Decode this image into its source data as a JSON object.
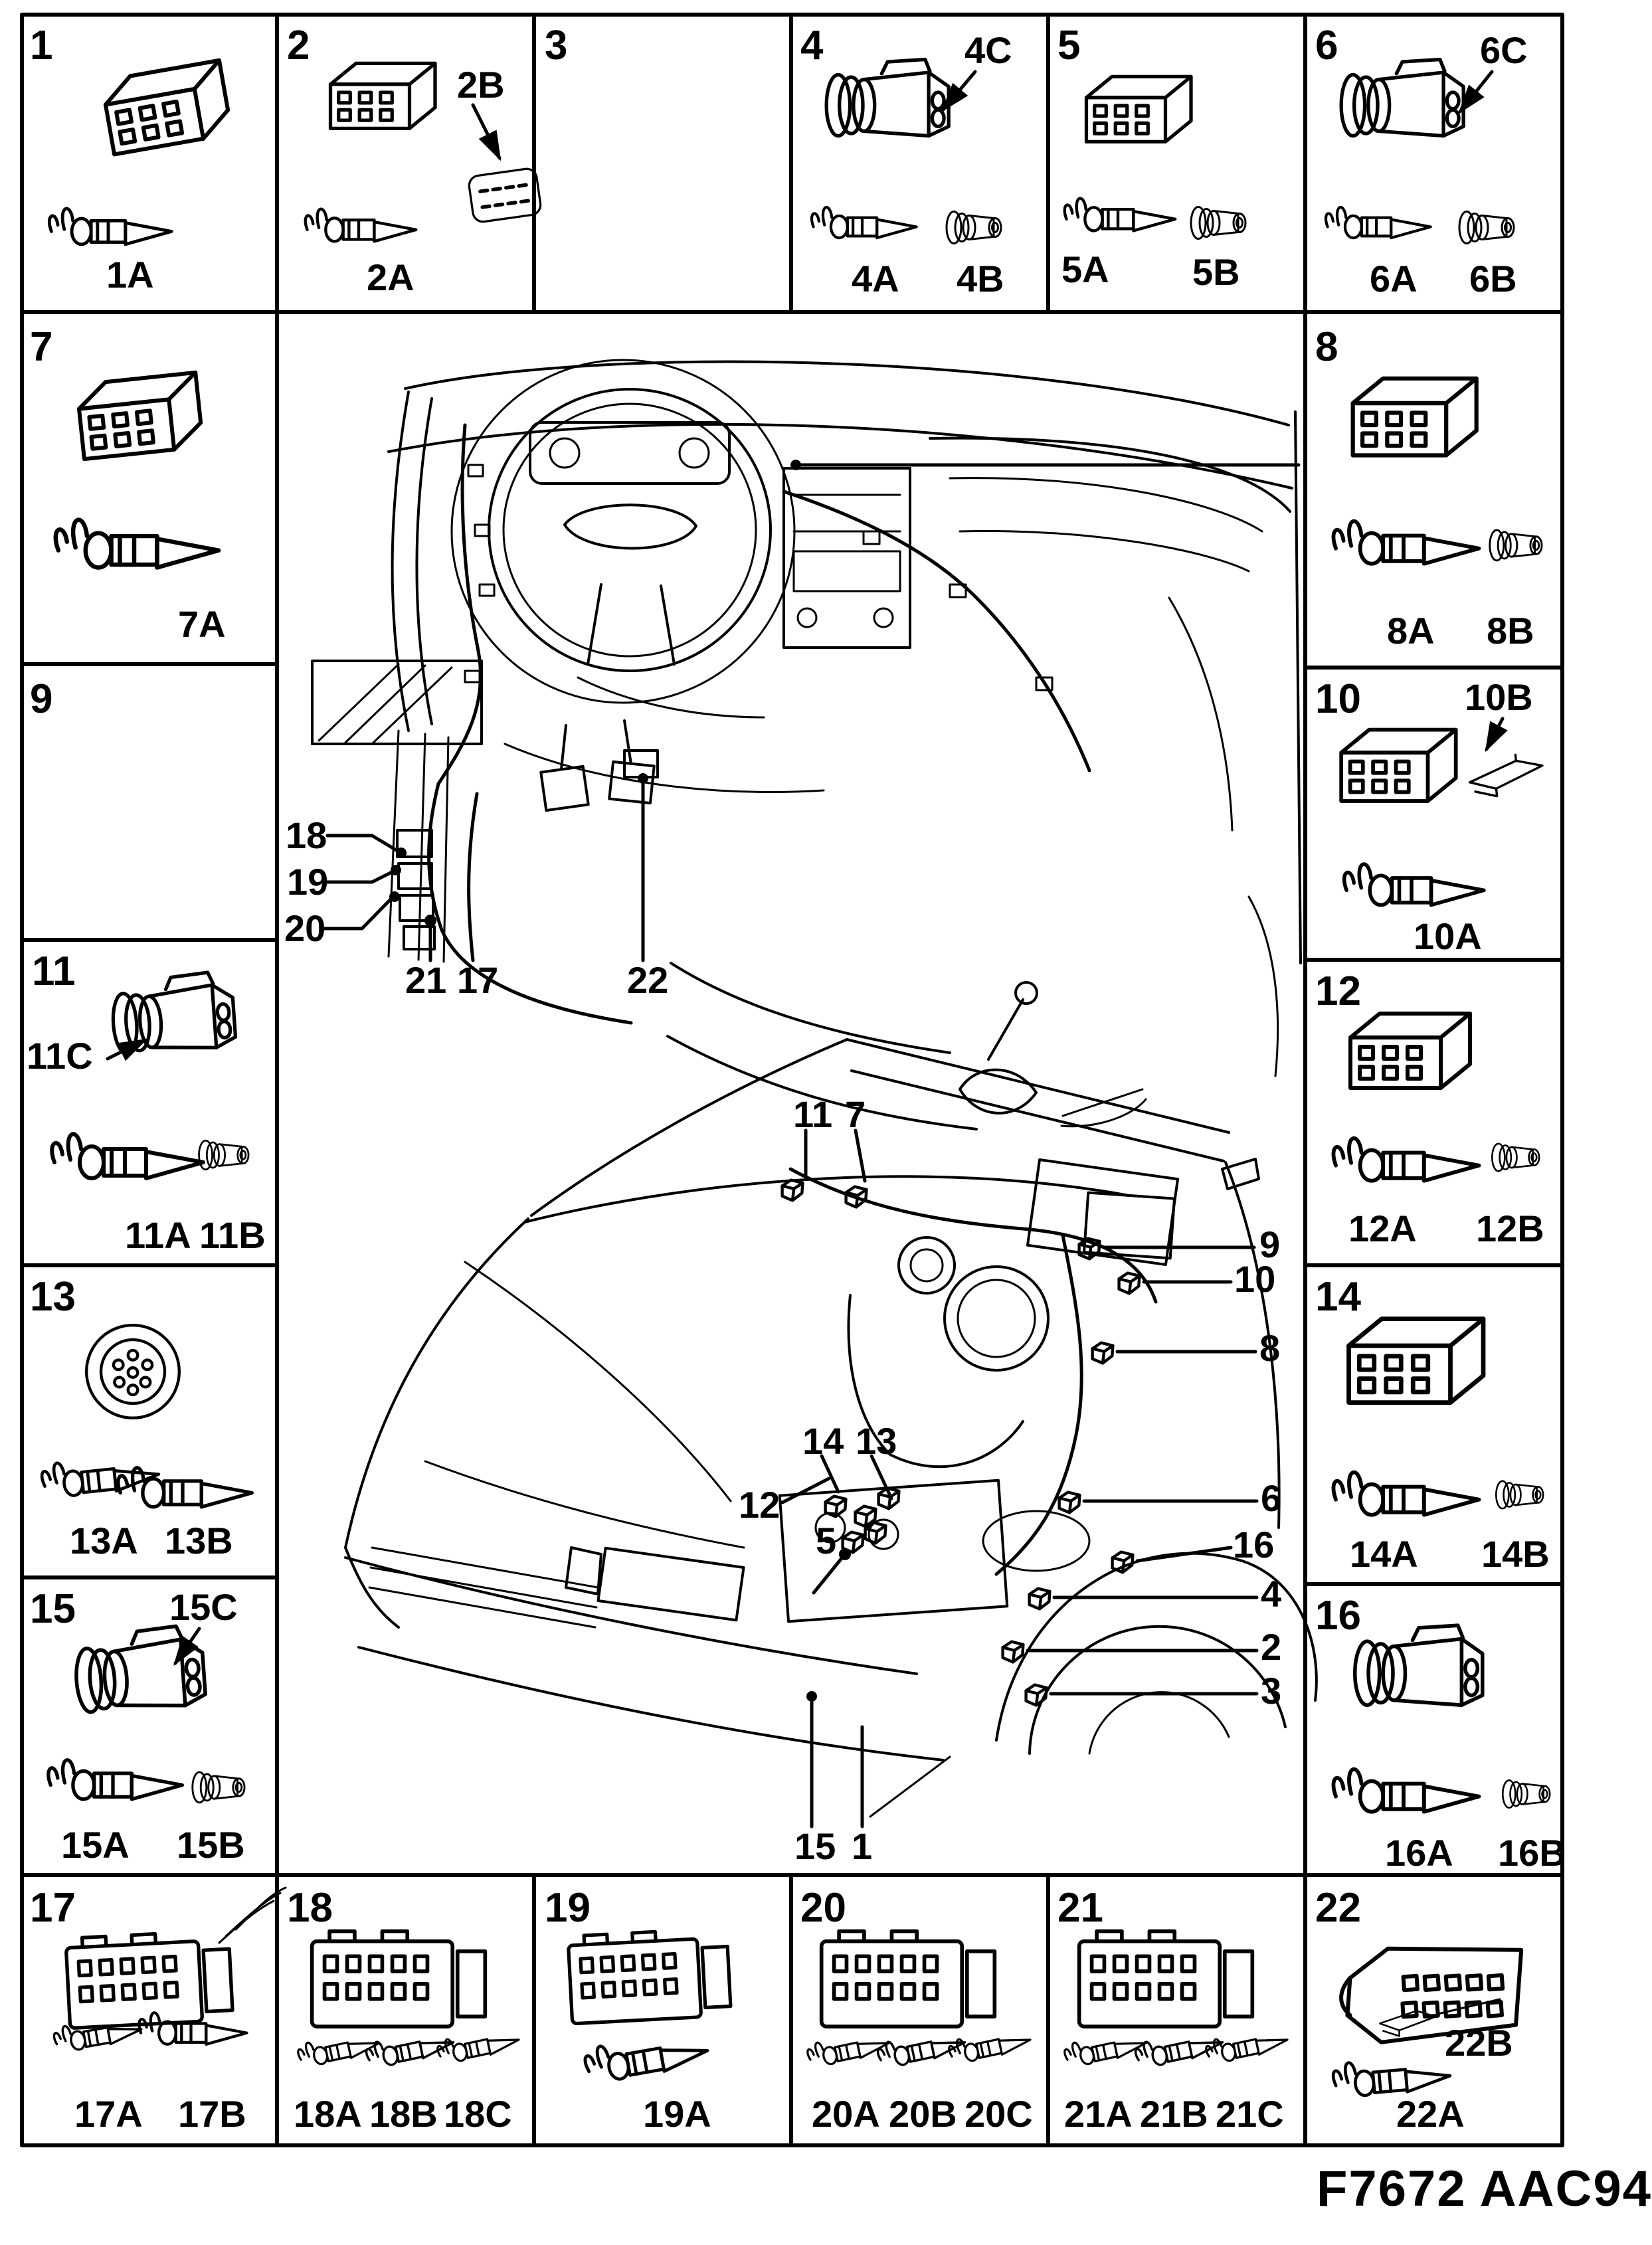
{
  "title_code": "F7672 AAC94",
  "cells": {
    "c1": {
      "num": "1",
      "parts": {
        "a": "1A"
      }
    },
    "c2": {
      "num": "2",
      "parts": {
        "a": "2A",
        "b": "2B"
      }
    },
    "c3": {
      "num": "3",
      "parts": {}
    },
    "c4": {
      "num": "4",
      "parts": {
        "a": "4A",
        "b": "4B",
        "c": "4C"
      }
    },
    "c5": {
      "num": "5",
      "parts": {
        "a": "5A",
        "b": "5B"
      }
    },
    "c6": {
      "num": "6",
      "parts": {
        "a": "6A",
        "b": "6B",
        "c": "6C"
      }
    },
    "c7": {
      "num": "7",
      "parts": {
        "a": "7A"
      }
    },
    "c8": {
      "num": "8",
      "parts": {
        "a": "8A",
        "b": "8B"
      }
    },
    "c9": {
      "num": "9",
      "parts": {}
    },
    "c10": {
      "num": "10",
      "parts": {
        "a": "10A",
        "b": "10B"
      }
    },
    "c11": {
      "num": "11",
      "parts": {
        "a": "11A",
        "b": "11B",
        "c": "11C"
      }
    },
    "c12": {
      "num": "12",
      "parts": {
        "a": "12A",
        "b": "12B"
      }
    },
    "c13": {
      "num": "13",
      "parts": {
        "a": "13A",
        "b": "13B"
      }
    },
    "c14": {
      "num": "14",
      "parts": {
        "a": "14A",
        "b": "14B"
      }
    },
    "c15": {
      "num": "15",
      "parts": {
        "a": "15A",
        "b": "15B",
        "c": "15C"
      }
    },
    "c16": {
      "num": "16",
      "parts": {
        "a": "16A",
        "b": "16B"
      }
    },
    "c17": {
      "num": "17",
      "parts": {
        "a": "17A",
        "b": "17B"
      }
    },
    "c18": {
      "num": "18",
      "parts": {
        "a": "18A",
        "b": "18B",
        "c": "18C"
      }
    },
    "c19": {
      "num": "19",
      "parts": {
        "a": "19A"
      }
    },
    "c20": {
      "num": "20",
      "parts": {
        "a": "20A",
        "b": "20B",
        "c": "20C"
      }
    },
    "c21": {
      "num": "21",
      "parts": {
        "a": "21A",
        "b": "21B",
        "c": "21C"
      }
    },
    "c22": {
      "num": "22",
      "parts": {
        "a": "22A",
        "b": "22B"
      }
    }
  },
  "callouts": {
    "dashboard": {
      "k18": "18",
      "k19": "19",
      "k20": "20",
      "k21": "21",
      "k17": "17",
      "k22": "22"
    },
    "engine": {
      "k11": "11",
      "k7": "7",
      "k9": "9",
      "k10": "10",
      "k8": "8",
      "k6": "6",
      "k16": "16",
      "k4": "4",
      "k2": "2",
      "k3": "3",
      "k14": "14",
      "k13": "13",
      "k12": "12",
      "k5": "5",
      "k15": "15",
      "k1": "1"
    }
  }
}
